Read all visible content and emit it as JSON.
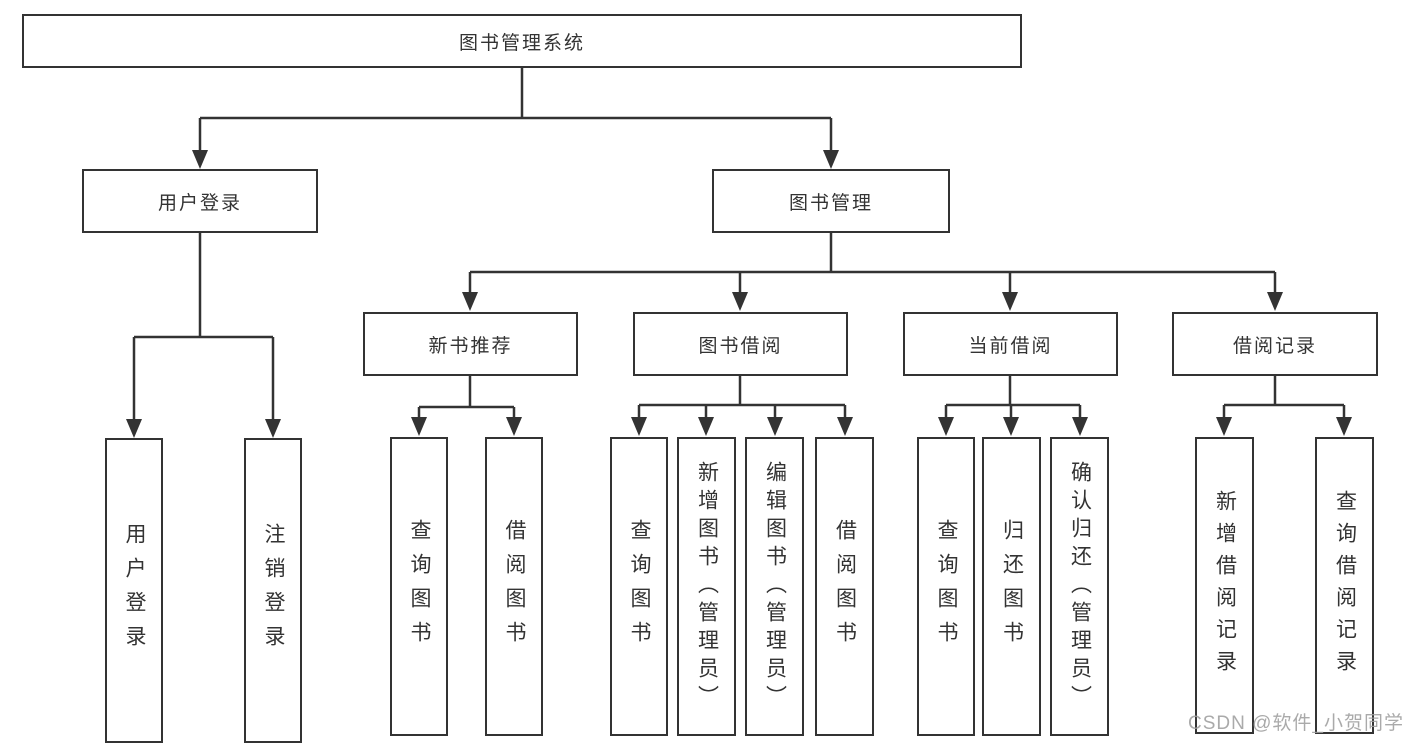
{
  "diagram": {
    "root": {
      "label": "图书管理系统"
    },
    "branches": [
      {
        "label": "用户登录",
        "children": [
          {
            "label": "用户登录"
          },
          {
            "label": "注销登录"
          }
        ]
      },
      {
        "label": "图书管理",
        "children": [
          {
            "label": "新书推荐",
            "children": [
              {
                "label": "查询图书"
              },
              {
                "label": "借阅图书"
              }
            ]
          },
          {
            "label": "图书借阅",
            "children": [
              {
                "label": "查询图书"
              },
              {
                "label": "新增图书（管理员）"
              },
              {
                "label": "编辑图书（管理员）"
              },
              {
                "label": "借阅图书"
              }
            ]
          },
          {
            "label": "当前借阅",
            "children": [
              {
                "label": "查询图书"
              },
              {
                "label": "归还图书"
              },
              {
                "label": "确认归还（管理员）"
              }
            ]
          },
          {
            "label": "借阅记录",
            "children": [
              {
                "label": "新增借阅记录"
              },
              {
                "label": "查询借阅记录"
              }
            ]
          }
        ]
      }
    ]
  },
  "watermark": {
    "text": "CSDN @软件_小贺同学"
  },
  "colors": {
    "line": "#333333",
    "text": "#333333",
    "box_background": "#ffffff",
    "watermark": "#9e9e9e"
  }
}
